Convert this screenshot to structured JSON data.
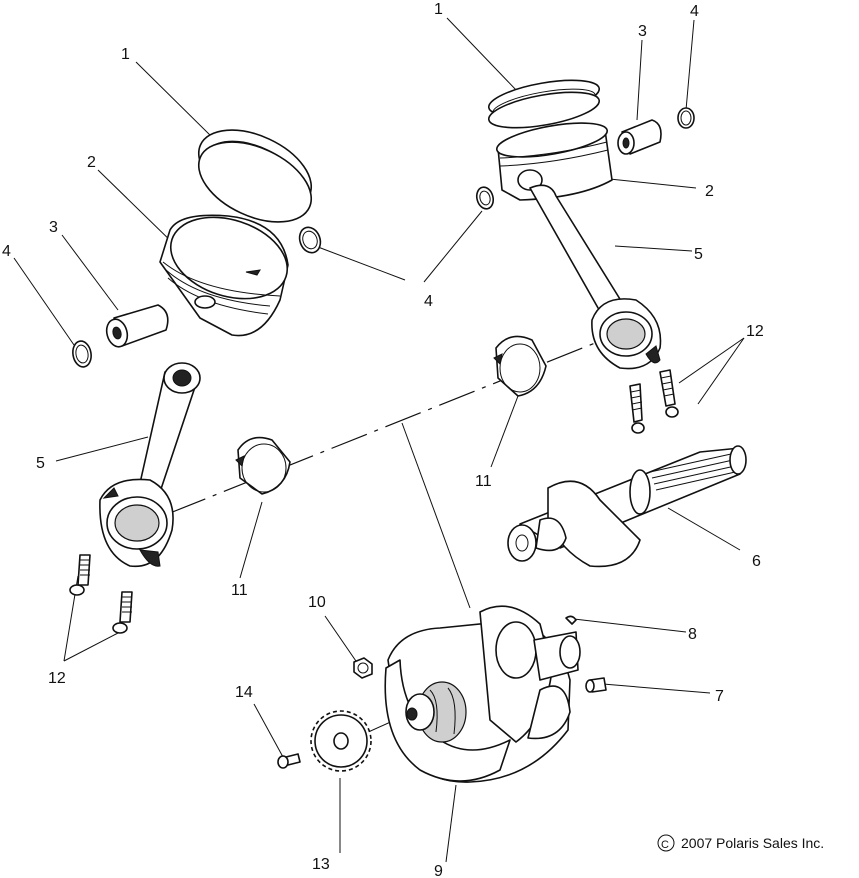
{
  "diagram": {
    "callouts": [
      {
        "id": "c1-left",
        "text": "1"
      },
      {
        "id": "c1-right",
        "text": "1"
      },
      {
        "id": "c2-left",
        "text": "2"
      },
      {
        "id": "c2-right",
        "text": "2"
      },
      {
        "id": "c3-left",
        "text": "3"
      },
      {
        "id": "c3-right",
        "text": "3"
      },
      {
        "id": "c4-far-left",
        "text": "4"
      },
      {
        "id": "c4-center",
        "text": "4"
      },
      {
        "id": "c4-right",
        "text": "4"
      },
      {
        "id": "c5-left",
        "text": "5"
      },
      {
        "id": "c5-right",
        "text": "5"
      },
      {
        "id": "c6",
        "text": "6"
      },
      {
        "id": "c7",
        "text": "7"
      },
      {
        "id": "c8",
        "text": "8"
      },
      {
        "id": "c9",
        "text": "9"
      },
      {
        "id": "c10",
        "text": "10"
      },
      {
        "id": "c11-left",
        "text": "11"
      },
      {
        "id": "c11-right",
        "text": "11"
      },
      {
        "id": "c12-left",
        "text": "12"
      },
      {
        "id": "c12-right",
        "text": "12"
      },
      {
        "id": "c13",
        "text": "13"
      },
      {
        "id": "c14",
        "text": "14"
      }
    ],
    "copyright": "2007 Polaris Sales Inc.",
    "copyright_symbol": "C"
  }
}
